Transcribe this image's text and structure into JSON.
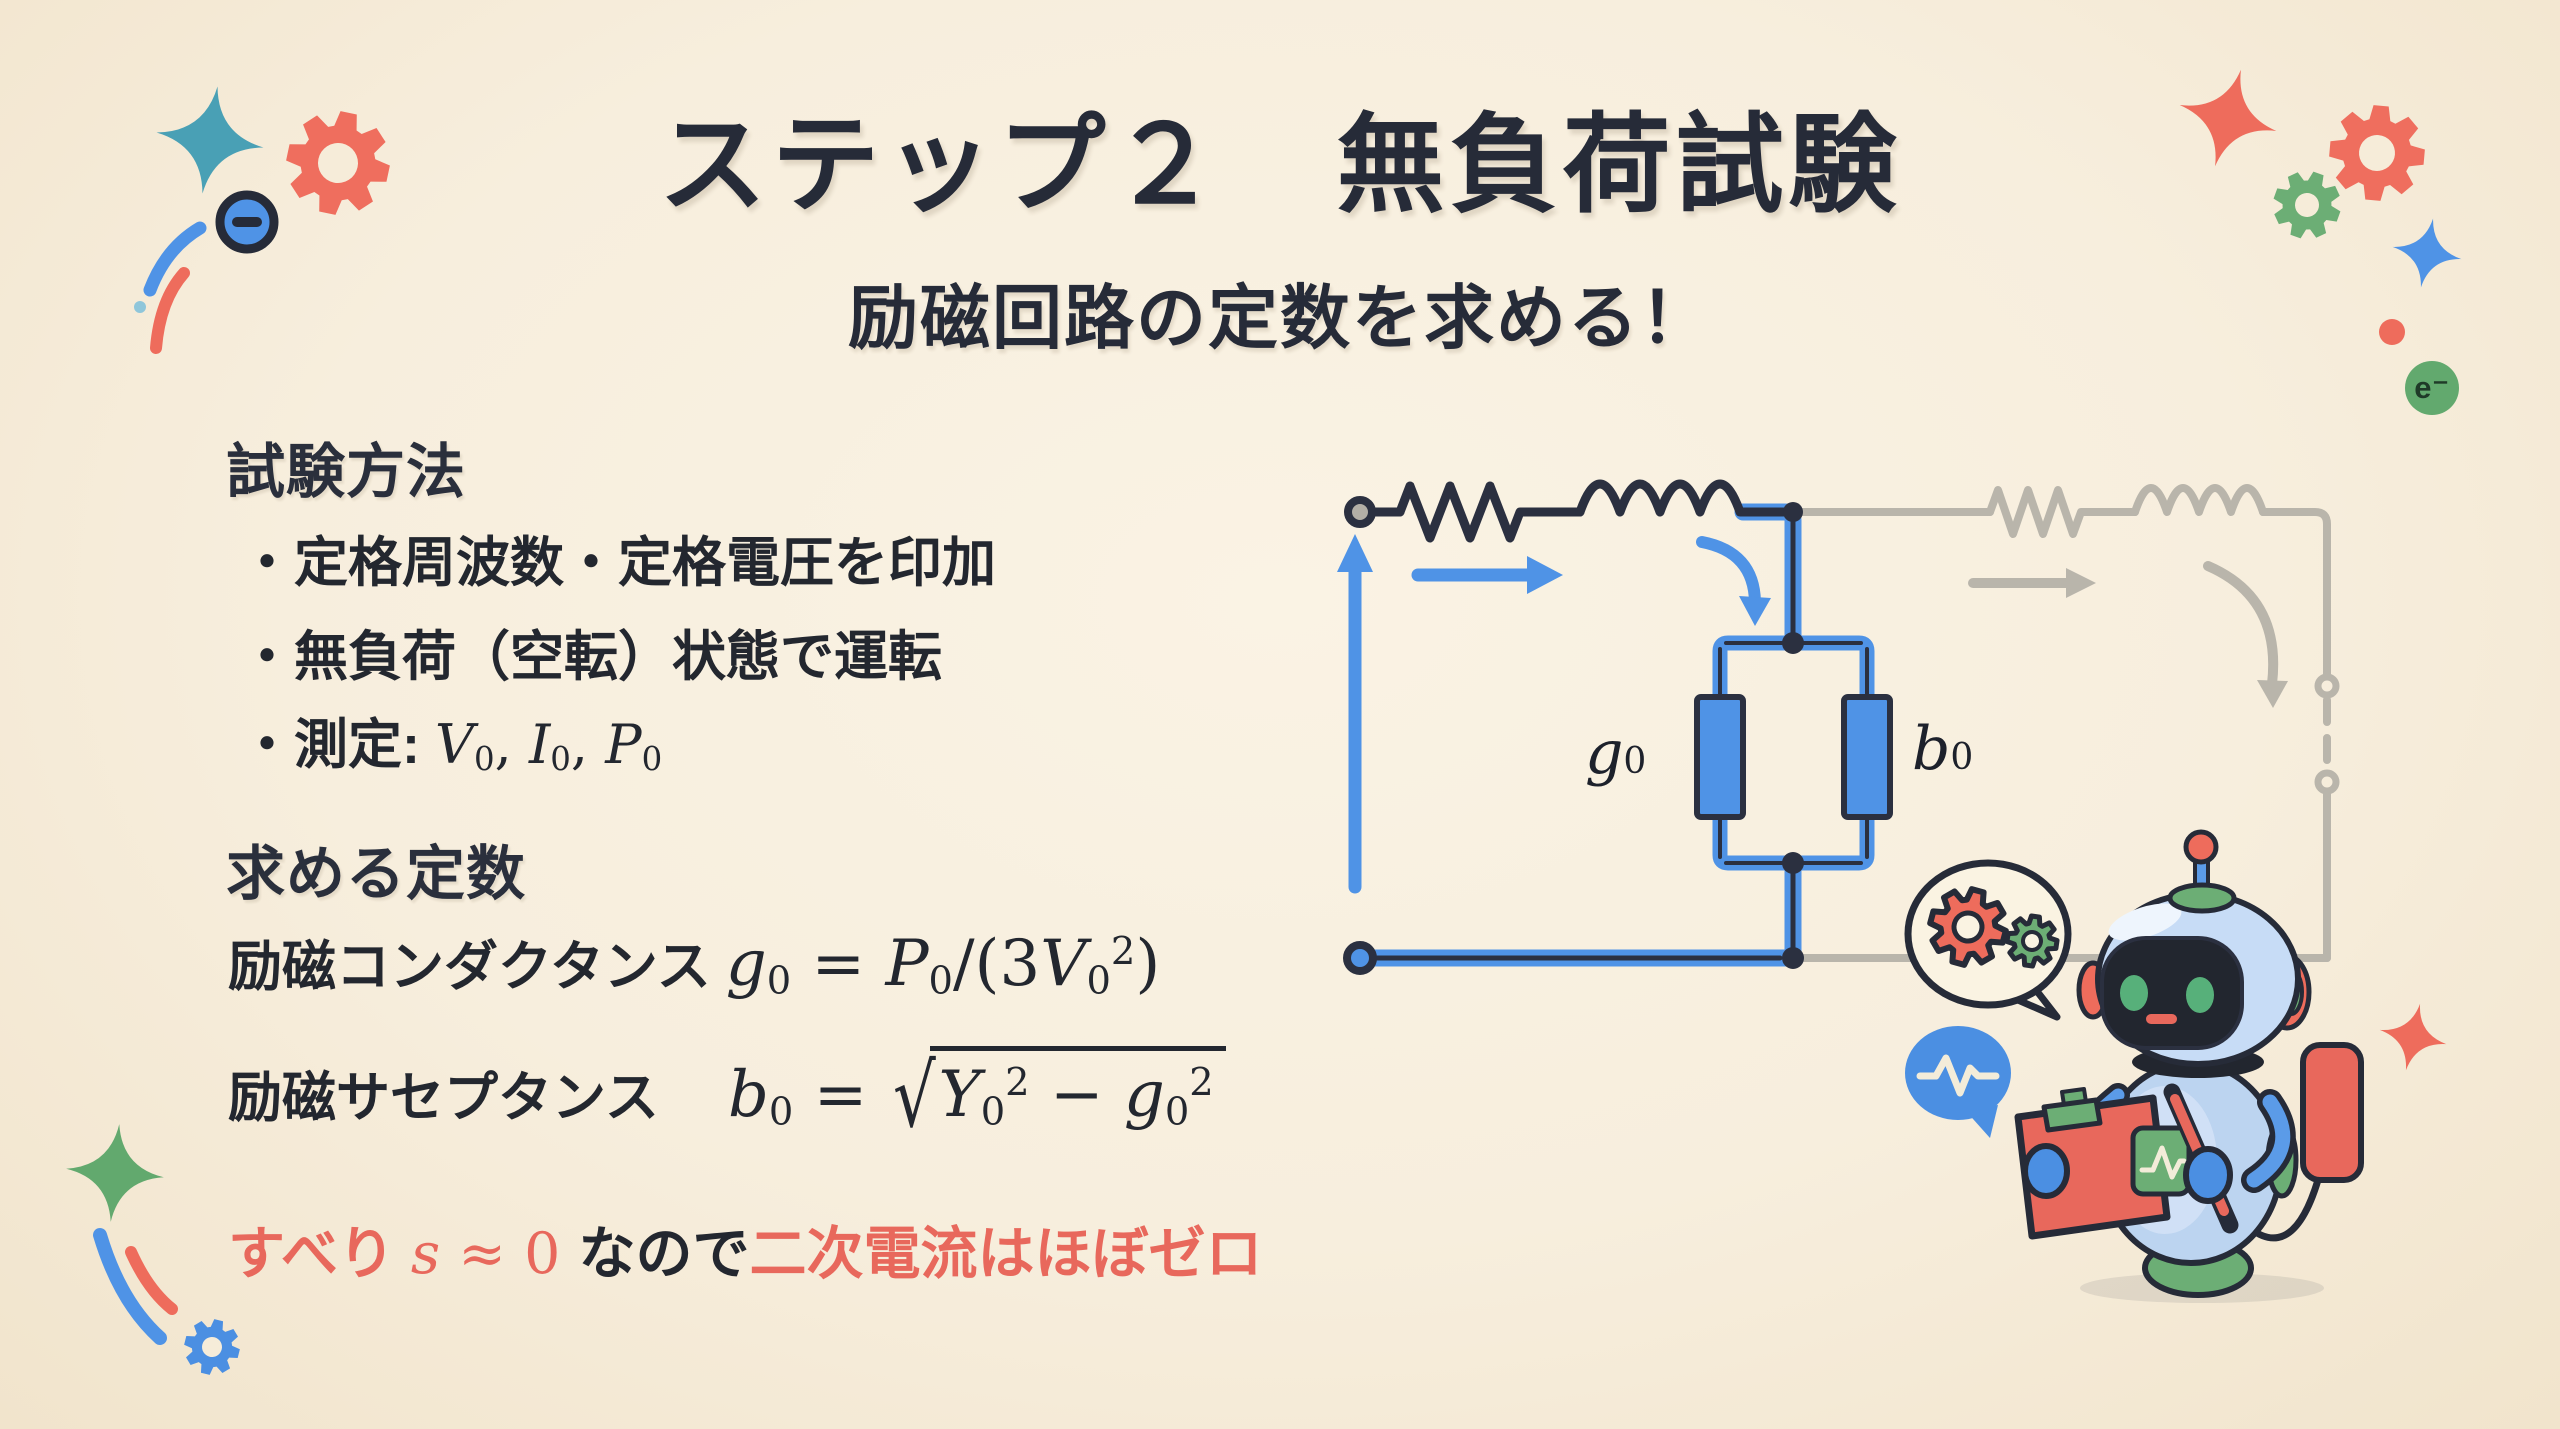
{
  "page": {
    "title": "ステップ２　無負荷試験",
    "subtitle": "励磁回路の定数を求める！"
  },
  "method": {
    "heading": "試験方法",
    "bullet1": "・定格周波数・定格電圧を印加",
    "bullet2": "・無負荷（空転）状態で運転",
    "bullet3": [
      {
        "t": "・測定: ",
        "c": "jp"
      },
      {
        "t": "V",
        "c": "var"
      },
      {
        "t": "0",
        "c": "sub"
      },
      {
        "t": ", ",
        "c": "math"
      },
      {
        "t": "I",
        "c": "var"
      },
      {
        "t": "0",
        "c": "sub"
      },
      {
        "t": ", ",
        "c": "math"
      },
      {
        "t": "P",
        "c": "var"
      },
      {
        "t": "0",
        "c": "sub"
      }
    ]
  },
  "constants": {
    "heading": "求める定数",
    "conductance_label": "励磁コンダクタンス ",
    "conductance_formula": [
      {
        "t": "g",
        "c": "var"
      },
      {
        "t": "0",
        "c": "sub"
      },
      {
        "t": " = ",
        "c": "math"
      },
      {
        "t": "P",
        "c": "var"
      },
      {
        "t": "0",
        "c": "sub"
      },
      {
        "t": "/(3",
        "c": "math"
      },
      {
        "t": "V",
        "c": "var"
      },
      {
        "t": "0",
        "c": "sub"
      },
      {
        "t": "2",
        "c": "sup"
      },
      {
        "t": ")",
        "c": "math"
      }
    ],
    "susceptance_label": "励磁サセプタンス　 ",
    "susceptance_lhs": [
      {
        "t": "b",
        "c": "var"
      },
      {
        "t": "0",
        "c": "sub"
      },
      {
        "t": " = ",
        "c": "math"
      }
    ],
    "susceptance_sqrt_sign": "√",
    "susceptance_radicand": [
      {
        "t": "Y",
        "c": "var"
      },
      {
        "t": "0",
        "c": "sub"
      },
      {
        "t": "2",
        "c": "sup"
      },
      {
        "t": " − ",
        "c": "math"
      },
      {
        "t": "g",
        "c": "var"
      },
      {
        "t": "0",
        "c": "sub"
      },
      {
        "t": "2",
        "c": "sup"
      }
    ]
  },
  "note": [
    {
      "t": "すべり ",
      "c": "jp red"
    },
    {
      "t": "s",
      "c": "var red"
    },
    {
      "t": " ≈ 0 ",
      "c": "math red"
    },
    {
      "t": "なので",
      "c": "jp dark"
    },
    {
      "t": "二次電流はほぼゼロ",
      "c": "jp red"
    }
  ],
  "circuit": {
    "g0_label": [
      {
        "t": "g",
        "c": "var"
      },
      {
        "t": "0",
        "c": "sub"
      }
    ],
    "b0_label": [
      {
        "t": "b",
        "c": "var"
      },
      {
        "t": "0",
        "c": "sub"
      }
    ]
  },
  "decor": {
    "electron_label": "e⁻"
  },
  "colors": {
    "background": "#f7eedd",
    "text_dark": "#262b38",
    "accent_red": "#e8685c",
    "accent_blue": "#4f93e6",
    "accent_green": "#62a96e",
    "accent_teal": "#49a0b5",
    "secondary_gray": "#b9b5ab"
  }
}
